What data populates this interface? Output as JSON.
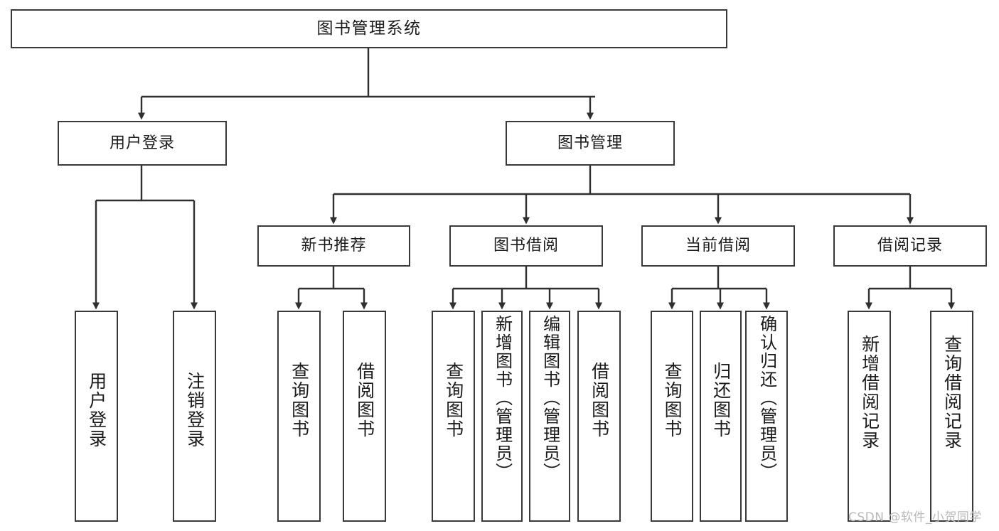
{
  "diagram": {
    "type": "tree",
    "title": "图书管理系统",
    "watermark": "CSDN @软件_小贺同学",
    "colors": {
      "box_border": "#3a3a3a",
      "box_fill": "#ffffff",
      "line": "#2f2f2f",
      "text": "#1a1a1a",
      "watermark": "#b9b9b9",
      "background": "#ffffff"
    },
    "nodes": {
      "root": {
        "label": "图书管理系统"
      },
      "level2": [
        {
          "id": "user-login",
          "label": "用户登录"
        },
        {
          "id": "book-manage",
          "label": "图书管理"
        }
      ],
      "level3": [
        {
          "id": "new-book-recommend",
          "label": "新书推荐",
          "parent": "book-manage"
        },
        {
          "id": "book-borrow",
          "label": "图书借阅",
          "parent": "book-manage"
        },
        {
          "id": "current-borrow",
          "label": "当前借阅",
          "parent": "book-manage"
        },
        {
          "id": "borrow-record",
          "label": "借阅记录",
          "parent": "book-manage"
        }
      ],
      "leaves": [
        {
          "id": "leaf-user-login",
          "label": "用户登录",
          "parent": "user-login"
        },
        {
          "id": "leaf-logout",
          "label": "注销登录",
          "parent": "user-login"
        },
        {
          "id": "leaf-query-book-1",
          "label": "查询图书",
          "parent": "new-book-recommend"
        },
        {
          "id": "leaf-borrow-book-1",
          "label": "借阅图书",
          "parent": "new-book-recommend"
        },
        {
          "id": "leaf-query-book-2",
          "label": "查询图书",
          "parent": "book-borrow"
        },
        {
          "id": "leaf-add-book",
          "label": "新增图书（管理员）",
          "parent": "book-borrow"
        },
        {
          "id": "leaf-edit-book",
          "label": "编辑图书（管理员）",
          "parent": "book-borrow"
        },
        {
          "id": "leaf-borrow-book-2",
          "label": "借阅图书",
          "parent": "book-borrow"
        },
        {
          "id": "leaf-query-book-3",
          "label": "查询图书",
          "parent": "current-borrow"
        },
        {
          "id": "leaf-return-book",
          "label": "归还图书",
          "parent": "current-borrow"
        },
        {
          "id": "leaf-confirm-return",
          "label": "确认归还（管理员）",
          "parent": "current-borrow"
        },
        {
          "id": "leaf-add-record",
          "label": "新增借阅记录",
          "parent": "borrow-record"
        },
        {
          "id": "leaf-query-record",
          "label": "查询借阅记录",
          "parent": "borrow-record"
        }
      ]
    }
  }
}
